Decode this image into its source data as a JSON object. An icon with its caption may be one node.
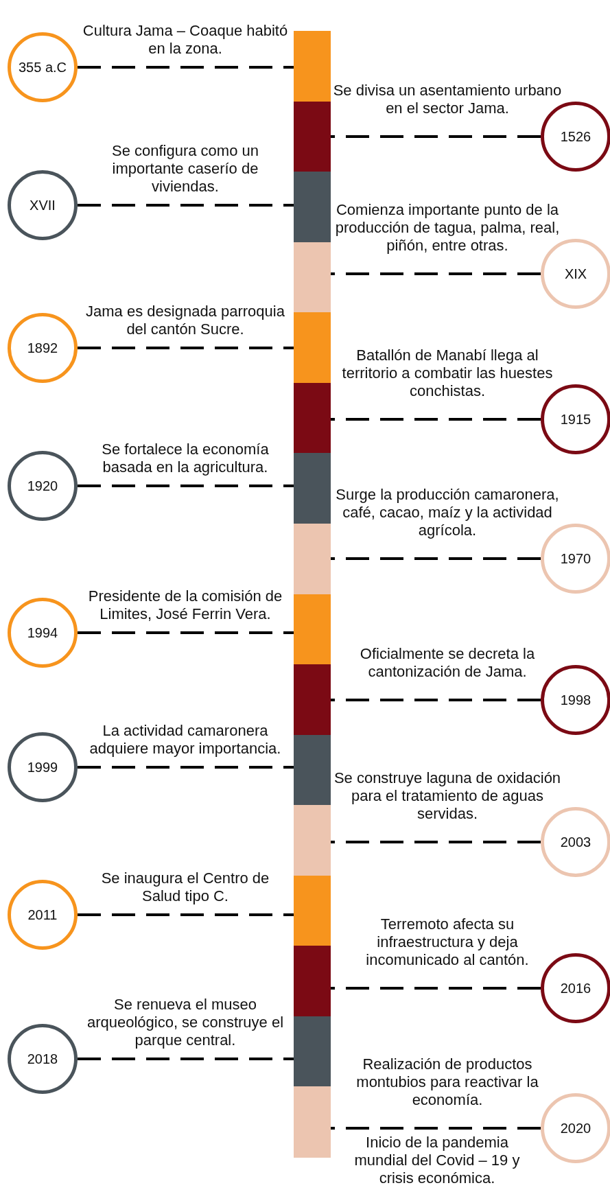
{
  "diagram": {
    "nodes": [
      {
        "text": [],
        "shape": "bar"
      },
      {
        "text": [],
        "shape": "bar"
      },
      {
        "text": [],
        "shape": "bar"
      },
      {
        "text": [],
        "shape": "bar"
      },
      {
        "text": [],
        "shape": "bar"
      },
      {
        "text": [],
        "shape": "bar"
      },
      {
        "text": [],
        "shape": "bar"
      },
      {
        "text": [],
        "shape": "bar"
      },
      {
        "text": [],
        "shape": "bar"
      },
      {
        "text": [],
        "shape": "bar"
      },
      {
        "text": [],
        "shape": "bar"
      },
      {
        "text": [],
        "shape": "bar"
      },
      {
        "text": [],
        "shape": "bar"
      },
      {
        "text": [],
        "shape": "bar"
      },
      {
        "text": [],
        "shape": "bar"
      },
      {
        "text": [],
        "shape": "bar"
      },
      {
        "text": [
          "355 a.C"
        ],
        "beside": [
          "Cultura Jama – Coaque habitó en la zona."
        ]
      },
      {
        "text": [
          "1526"
        ],
        "beside": [
          "Se divisa un asentamiento urbano en el sector Jama."
        ]
      },
      {
        "text": [
          "XVII"
        ],
        "beside": [
          "Se configura como un importante caserío de viviendas."
        ]
      },
      {
        "text": [
          "XIX"
        ],
        "beside": [
          "Comienza importante punto de la producción de tagua, palma, real, piñón, entre otras."
        ]
      },
      {
        "text": [
          "1892"
        ],
        "beside": [
          "Jama es designada parroquia del cantón Sucre."
        ]
      },
      {
        "text": [
          "1915"
        ],
        "beside": [
          "Batallón de Manabí llega al territorio a combatir las huestes conchistas."
        ]
      },
      {
        "text": [
          "1920"
        ],
        "beside": [
          "Se fortalece la economía basada en la agricultura."
        ]
      },
      {
        "text": [
          "1970"
        ],
        "beside": [
          "Surge la producción camaronera, café, cacao, maíz y la actividad agrícola."
        ]
      },
      {
        "text": [
          "1994"
        ],
        "beside": [
          "Presidente de la comisión de Limites, José Ferrin Vera."
        ]
      },
      {
        "text": [
          "1998"
        ],
        "beside": [
          "Oficialmente se decreta la cantonización de Jama."
        ]
      },
      {
        "text": [
          "1999"
        ],
        "beside": [
          "La actividad camaronera adquiere mayor importancia."
        ]
      },
      {
        "text": [
          "2003"
        ],
        "beside": [
          "Se construye laguna de oxidación para el tratamiento de aguas servidas."
        ]
      },
      {
        "text": [
          "2011"
        ],
        "beside": [
          "Se inaugura el Centro de Salud tipo C."
        ]
      },
      {
        "text": [
          "2016"
        ],
        "beside": [
          "Terremoto afecta su infraestructura y deja incomunicado al cantón."
        ]
      },
      {
        "text": [
          "2018"
        ],
        "beside": [
          "Se renueva el museo arqueológico, se construye el parque central."
        ]
      },
      {
        "text": [
          "2020"
        ],
        "beside": [
          "Realización de productos montubios para reactivar la economía."
        ]
      }
    ],
    "labels": [
      "Inicio de la pandemia mundial del Covid – 19 y crisis económica."
    ],
    "edges": [
      {
        "from": 16,
        "to": 0,
        "arrow": "none",
        "style": "dashed"
      },
      {
        "from": 17,
        "to": 1,
        "arrow": "none",
        "style": "dashed"
      },
      {
        "from": 18,
        "to": 2,
        "arrow": "none",
        "style": "dashed"
      },
      {
        "from": 19,
        "to": 3,
        "arrow": "none",
        "style": "dashed"
      },
      {
        "from": 20,
        "to": 4,
        "arrow": "none",
        "style": "dashed"
      },
      {
        "from": 21,
        "to": 5,
        "arrow": "none",
        "style": "dashed"
      },
      {
        "from": 22,
        "to": 6,
        "arrow": "none",
        "style": "dashed"
      },
      {
        "from": 23,
        "to": 7,
        "arrow": "none",
        "style": "dashed"
      },
      {
        "from": 24,
        "to": 8,
        "arrow": "none",
        "style": "dashed"
      },
      {
        "from": 25,
        "to": 9,
        "arrow": "none",
        "style": "dashed"
      },
      {
        "from": 26,
        "to": 10,
        "arrow": "none",
        "style": "dashed"
      },
      {
        "from": 27,
        "to": 11,
        "arrow": "none",
        "style": "dashed"
      },
      {
        "from": 28,
        "to": 12,
        "arrow": "none",
        "style": "dashed"
      },
      {
        "from": 29,
        "to": 13,
        "arrow": "none",
        "style": "dashed"
      },
      {
        "from": 30,
        "to": 14,
        "arrow": "none",
        "style": "dashed"
      },
      {
        "from": 31,
        "to": 15,
        "arrow": "none",
        "style": "dashed"
      }
    ]
  }
}
